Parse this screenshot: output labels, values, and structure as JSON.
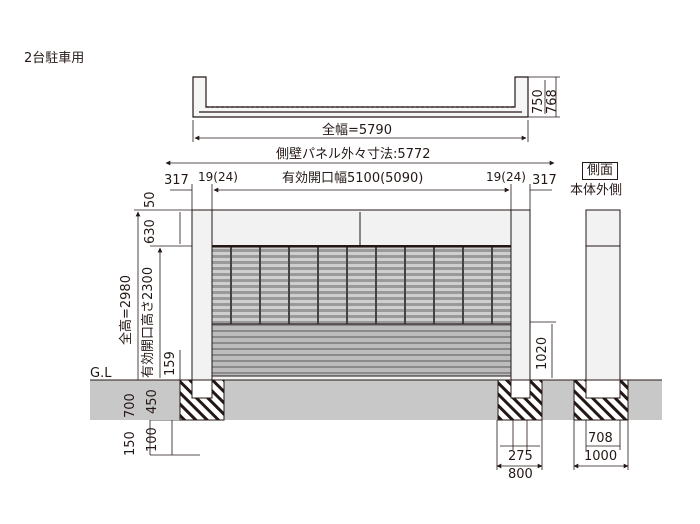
{
  "title": "2台駐車用",
  "top_view": {
    "total_width": "全幅=5790",
    "depth_inner": "750",
    "depth_outer": "768"
  },
  "front_view": {
    "panel_outer": "側壁パネル外々寸法:5772",
    "effective_opening": "有効開口幅5100(5090)",
    "side_offset_left": "317",
    "side_offset_right": "317",
    "post_left": "19(24)",
    "post_right": "19(24)",
    "top_50": "50",
    "top_630": "630",
    "total_height": "全高=2980",
    "opening_height": "有効開口高さ2300",
    "bottom_159": "159",
    "pillar_height": "1020",
    "ground_label": "G.L",
    "below_700": "700",
    "below_450": "450",
    "below_150": "150",
    "below_100": "100",
    "footing_275": "275",
    "footing_800": "800"
  },
  "side_view": {
    "label": "側面",
    "sublabel": "本体外側",
    "dim_708": "708",
    "dim_1000": "1000"
  },
  "colors": {
    "line": "#231815",
    "ground": "#bdbdbd",
    "body": "#f2f2f2",
    "shutter": "#b0b0b0"
  }
}
